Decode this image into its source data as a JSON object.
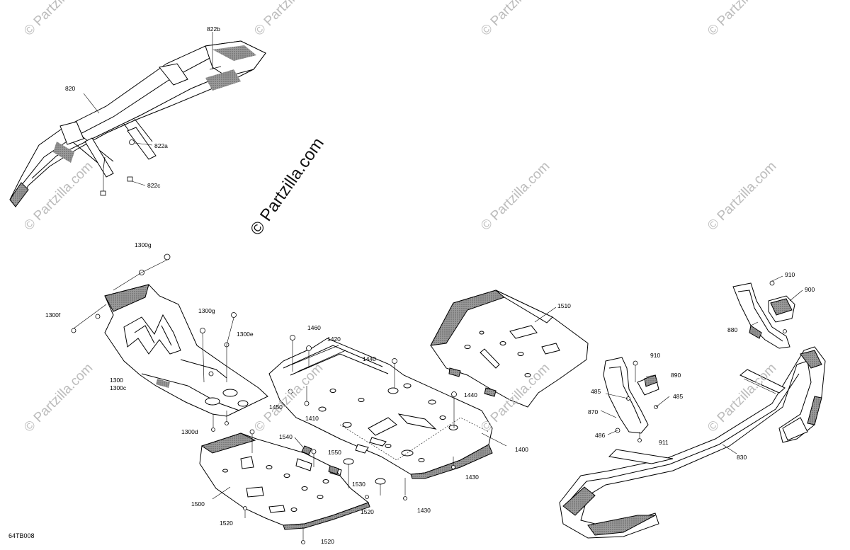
{
  "copyright": "© Partzilla.com",
  "watermark_text": "© Partzilla.com",
  "figure_code": "64TB008",
  "callouts": {
    "c820": "820",
    "c822a": "822a",
    "c822b": "822b",
    "c822c": "822c",
    "c1300": "1300",
    "c1300c": "1300c",
    "c1300d": "1300d",
    "c1300e": "1300e",
    "c1300f": "1300f",
    "c1300g_top": "1300g",
    "c1300g_mid": "1300g",
    "c1400": "1400",
    "c1410": "1410",
    "c1420": "1420",
    "c1430_a": "1430",
    "c1430_b": "1430",
    "c1440_a": "1440",
    "c1440_b": "1440",
    "c1450": "1450",
    "c1460": "1460",
    "c1500": "1500",
    "c1510": "1510",
    "c1520_a": "1520",
    "c1520_b": "1520",
    "c1520_c": "1520",
    "c1530": "1530",
    "c1540": "1540",
    "c1550": "1550",
    "c485_a": "485",
    "c485_b": "485",
    "c486": "486",
    "c830": "830",
    "c870": "870",
    "c880": "880",
    "c890": "890",
    "c900": "900",
    "c910_a": "910",
    "c910_b": "910",
    "c911": "911"
  }
}
